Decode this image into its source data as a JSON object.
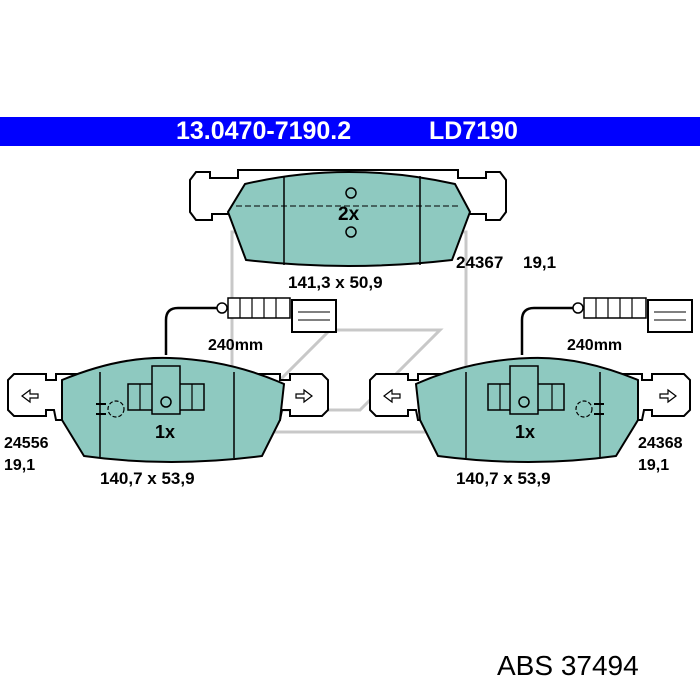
{
  "header": {
    "part_number": "13.0470-7190.2",
    "reference": "LD7190",
    "background_color": "#0000ff",
    "text_color": "#ffffff"
  },
  "pads": {
    "top": {
      "quantity": "2x",
      "dimensions": "141,3 x 50,9",
      "wva_number": "24367",
      "thickness": "19,1"
    },
    "rear_left": {
      "quantity": "1x",
      "dimensions": "140,7 x 53,9",
      "wva_number": "24556",
      "thickness": "19,1",
      "sensor_length": "240mm"
    },
    "rear_right": {
      "quantity": "1x",
      "dimensions": "140,7 x 53,9",
      "wva_number": "24368",
      "thickness": "19,1",
      "sensor_length": "240mm"
    }
  },
  "colors": {
    "friction_material": "#8ec9c0",
    "outline": "#000000",
    "watermark": "#c8c8c8"
  },
  "footer": {
    "brand": "ABS",
    "article": "37494"
  }
}
